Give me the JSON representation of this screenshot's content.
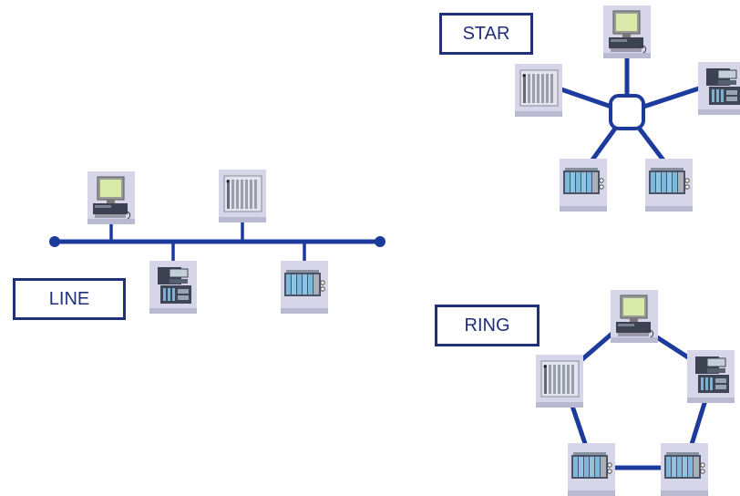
{
  "labels": {
    "line": "LINE",
    "star": "STAR",
    "ring": "RING"
  },
  "colors": {
    "cable": "#1c3b9c",
    "label_border": "#1f2f7a",
    "label_text": "#1f2f7a",
    "device_tile": "#d6d6e8",
    "device_screen": "#d8e9a8"
  },
  "diagrams": [
    {
      "topology": "line",
      "devices": [
        "computer-icon",
        "plc-rack-icon",
        "operator-panel-icon",
        "io-module-icon"
      ]
    },
    {
      "topology": "star",
      "hub": "switch-icon",
      "devices": [
        "computer-icon",
        "plc-rack-icon",
        "operator-panel-icon",
        "io-module-icon",
        "io-module-icon"
      ]
    },
    {
      "topology": "ring",
      "devices": [
        "computer-icon",
        "plc-rack-icon",
        "operator-panel-icon",
        "io-module-icon",
        "io-module-icon"
      ]
    }
  ]
}
